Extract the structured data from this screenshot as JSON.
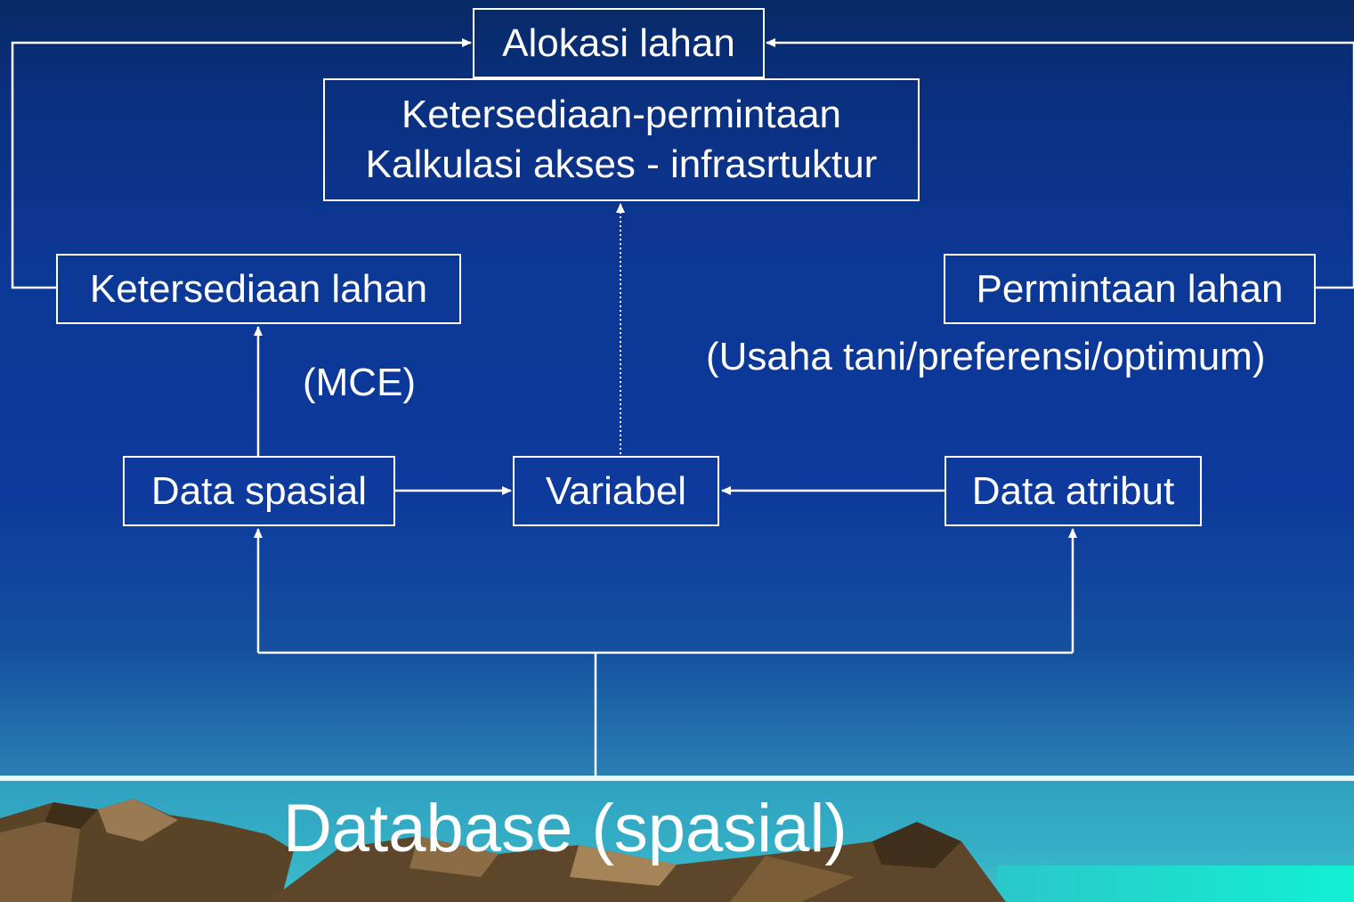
{
  "diagram": {
    "boxes": {
      "alokasi": "Alokasi lahan",
      "kalkulasi_line1": "Ketersediaan-permintaan",
      "kalkulasi_line2": "Kalkulasi akses - infrasrtuktur",
      "ketersediaan": "Ketersediaan lahan",
      "permintaan": "Permintaan lahan",
      "data_spasial": "Data spasial",
      "variabel": "Variabel",
      "data_atribut": "Data atribut"
    },
    "labels": {
      "mce": "(MCE)",
      "usaha": "(Usaha tani/preferensi/optimum)"
    },
    "footer": {
      "database": "Database (spasial)"
    }
  }
}
